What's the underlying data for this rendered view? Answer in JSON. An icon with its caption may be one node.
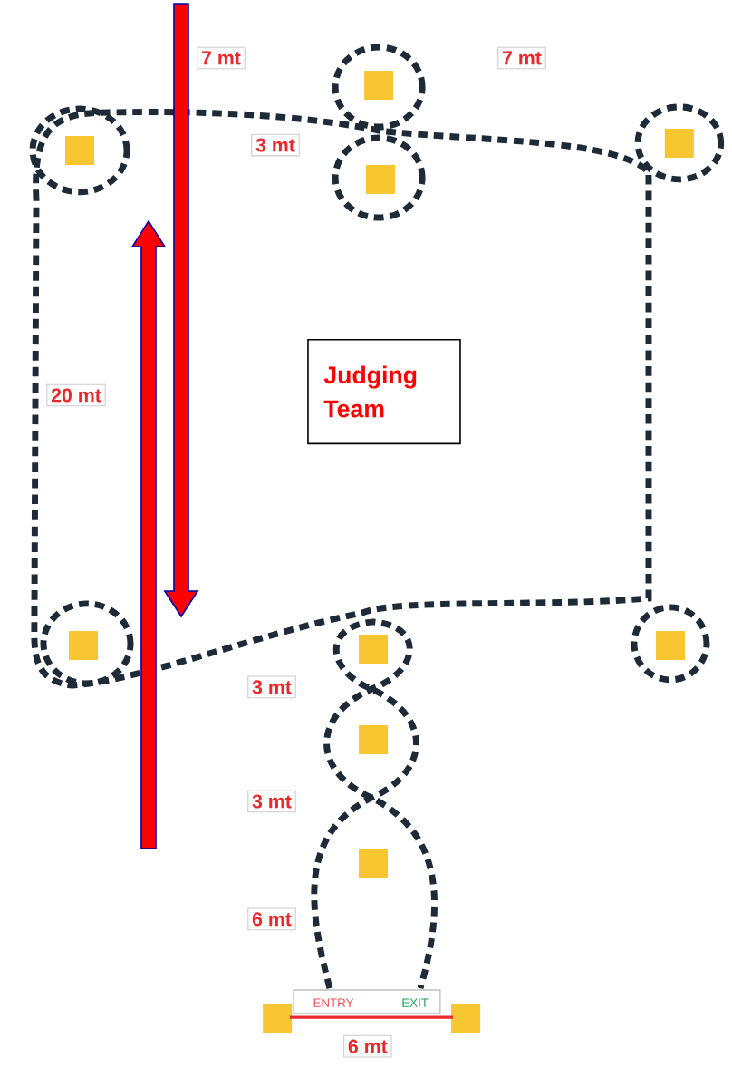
{
  "diagram": {
    "nodes": [
      {
        "text": [
          "Judging Team"
        ]
      }
    ],
    "labels": [
      "7 mt",
      "7 mt",
      "3 mt",
      "20 mt",
      "3 mt",
      "3 mt",
      "6 mt",
      "ENTRY",
      "EXIT",
      "6 mt"
    ]
  }
}
